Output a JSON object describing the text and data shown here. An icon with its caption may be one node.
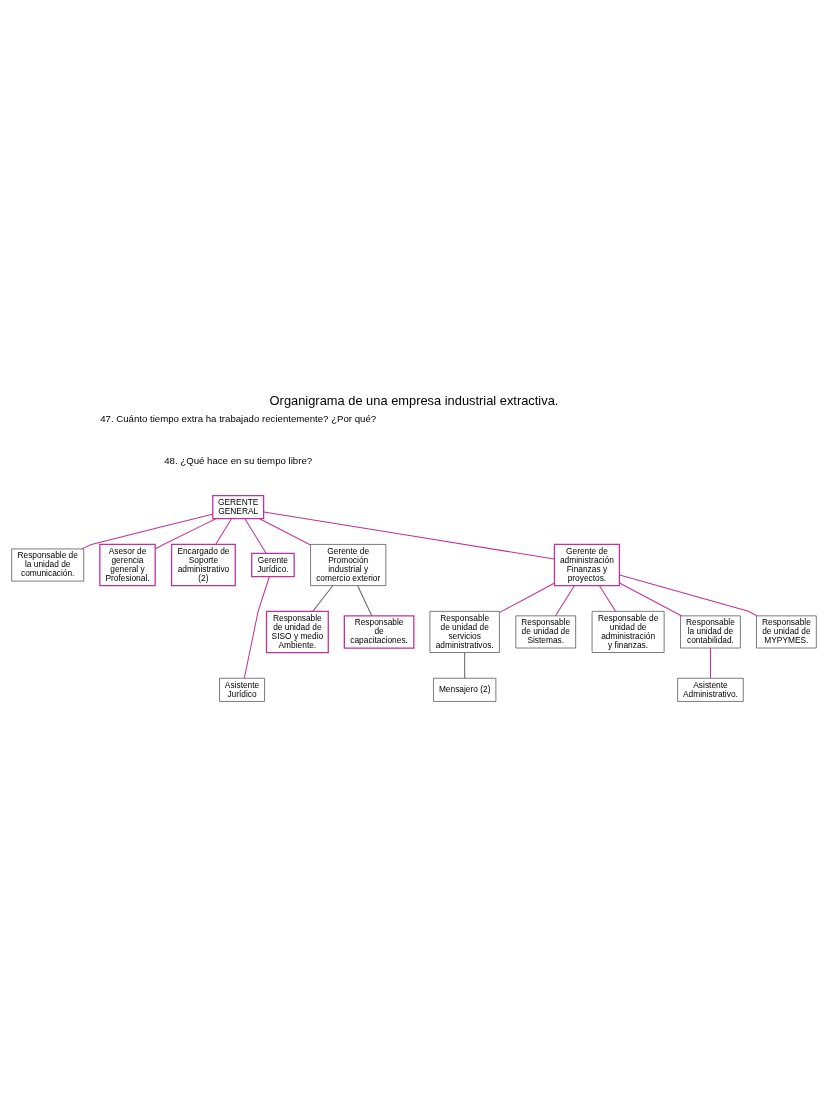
{
  "diagram": {
    "title": "Organigrama de una empresa industrial extractiva.",
    "nodes": [
      {
        "text": [
          "GERENTE GENERAL"
        ]
      },
      {
        "text": [
          "Asesor de gerencia general y Profesional."
        ]
      },
      {
        "text": [
          "Responsable de la unidad de comunicación."
        ]
      },
      {
        "text": [
          "Encargado de Soporte administrativo (2)"
        ]
      },
      {
        "text": [
          "Gerente Jurídico."
        ]
      },
      {
        "text": [
          "Gerente de Promoción industrial y comercio exterior"
        ]
      },
      {
        "text": [
          "Gerente de administración Finanzas y proyectos."
        ]
      },
      {
        "text": [
          "Responsable de unidad de SISO y medio Ambiente."
        ]
      },
      {
        "text": [
          "Responsable de capacitaciones."
        ]
      },
      {
        "text": [
          "Responsable de unidad de servicios administrativos."
        ]
      },
      {
        "text": [
          "Responsable de unidad de Sistemas."
        ]
      },
      {
        "text": [
          "Responsable de unidad de administración y finanzas."
        ]
      },
      {
        "text": [
          "Responsable la unidad de contabilidad."
        ]
      },
      {
        "text": [
          "Responsable de unidad de MYPYMES."
        ]
      },
      {
        "text": [
          "Asistente Administrativo."
        ]
      },
      {
        "text": [
          "Asistente Jurídico"
        ]
      },
      {
        "text": [
          "Mensajero (2)"
        ]
      }
    ],
    "edges": [
      {
        "from": 0,
        "to": 2,
        "arrow": "none"
      },
      {
        "from": 0,
        "to": 1,
        "arrow": "none"
      },
      {
        "from": 0,
        "to": 3,
        "arrow": "none"
      },
      {
        "from": 0,
        "to": 4,
        "arrow": "none"
      },
      {
        "from": 0,
        "to": 5,
        "arrow": "none"
      },
      {
        "from": 0,
        "to": 6,
        "arrow": "none"
      },
      {
        "from": 4,
        "to": 15,
        "arrow": "none"
      },
      {
        "from": 5,
        "to": 7,
        "arrow": "none",
        "color": "#666666"
      },
      {
        "from": 5,
        "to": 8,
        "arrow": "none",
        "color": "#666666"
      },
      {
        "from": 6,
        "to": 9,
        "arrow": "none"
      },
      {
        "from": 6,
        "to": 10,
        "arrow": "none"
      },
      {
        "from": 6,
        "to": 11,
        "arrow": "none"
      },
      {
        "from": 6,
        "to": 12,
        "arrow": "none"
      },
      {
        "from": 6,
        "to": 13,
        "arrow": "none"
      },
      {
        "from": 12,
        "to": 14,
        "arrow": "none"
      },
      {
        "from": 9,
        "to": 16,
        "arrow": "none",
        "color": "#666666"
      }
    ],
    "labels": [
      "47. Cuánto tiempo extra ha trabajado recientemente? ¿Por qué?",
      "48. ¿Qué hace en su tiempo libre?"
    ]
  }
}
